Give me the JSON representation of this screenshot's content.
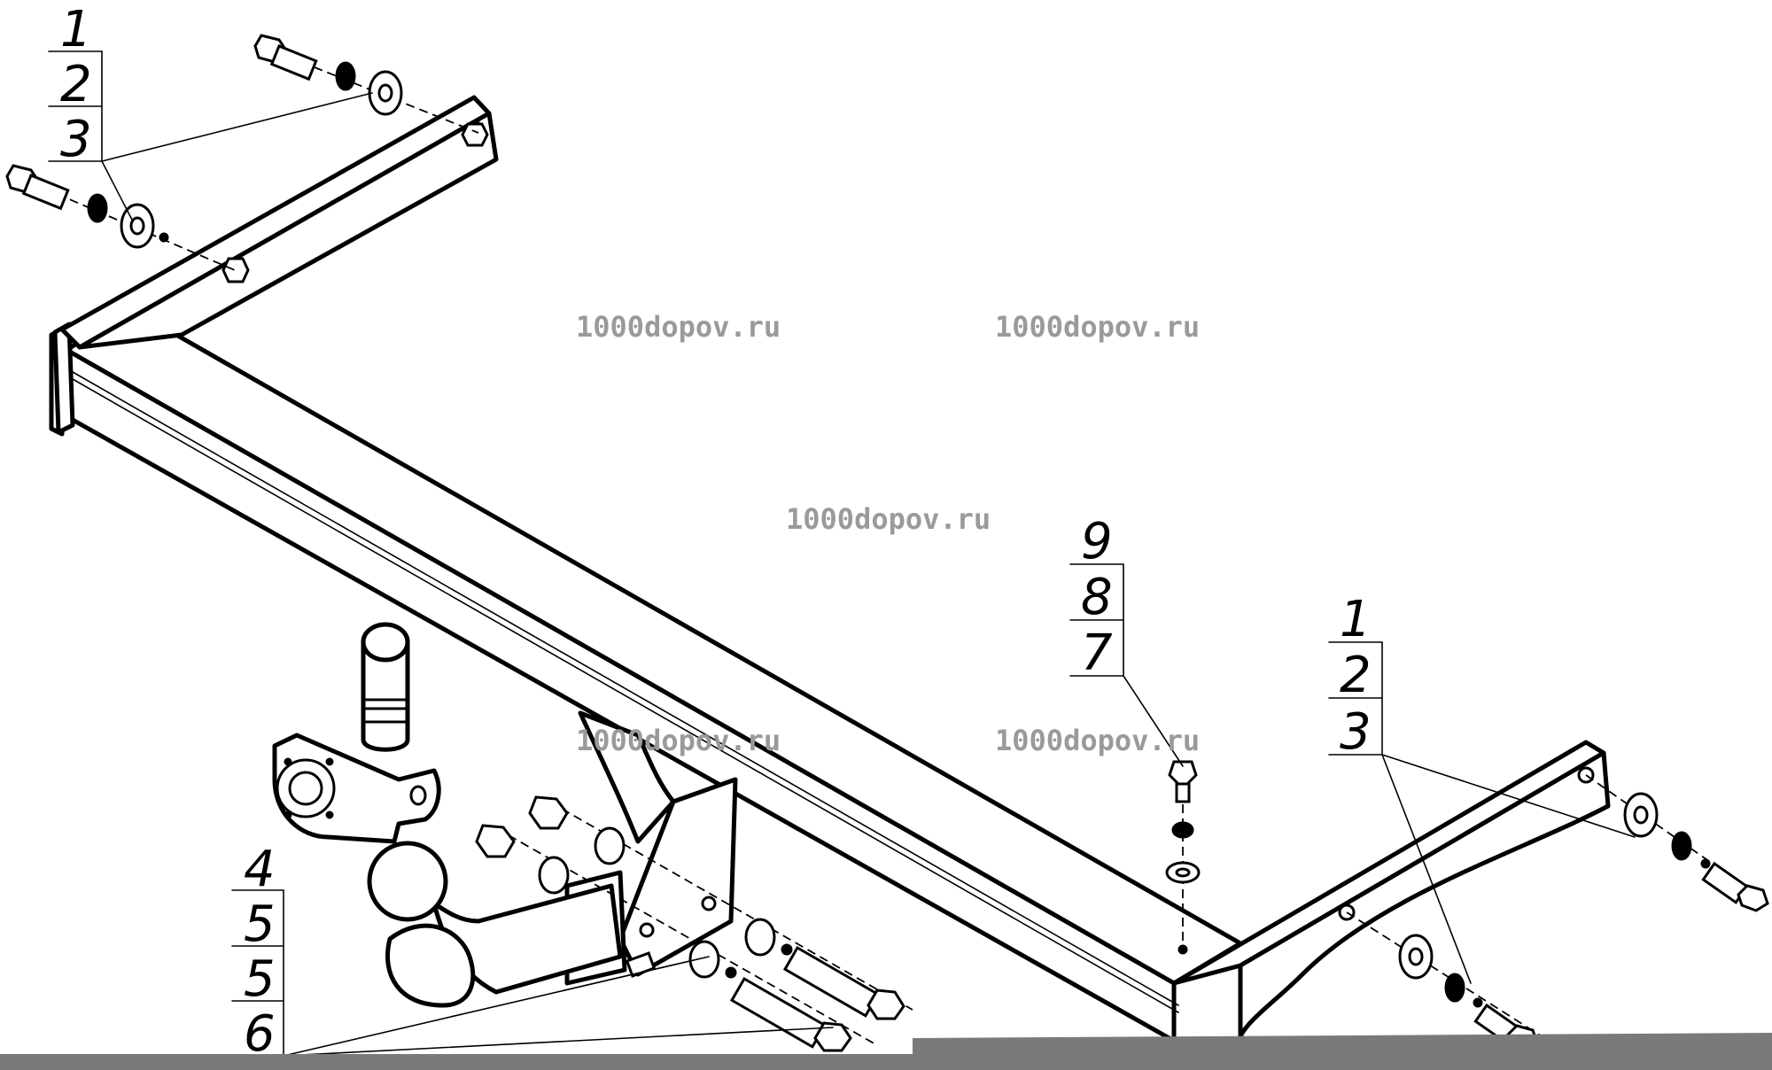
{
  "callouts": {
    "top_left": [
      "1",
      "2",
      "3"
    ],
    "center": [
      "9",
      "8",
      "7"
    ],
    "right": [
      "1",
      "2",
      "3"
    ],
    "bottom_left": [
      "4",
      "5",
      "5",
      "6"
    ]
  },
  "watermarks": [
    "1000dopov.ru",
    "1000dopov.ru",
    "1000dopov.ru",
    "1000dopov.ru",
    "1000dopov.ru"
  ],
  "colors": {
    "line": "#000000",
    "watermark": "#9a9a9a",
    "footer_bar": "#7a7a7a",
    "background": "#ffffff"
  }
}
